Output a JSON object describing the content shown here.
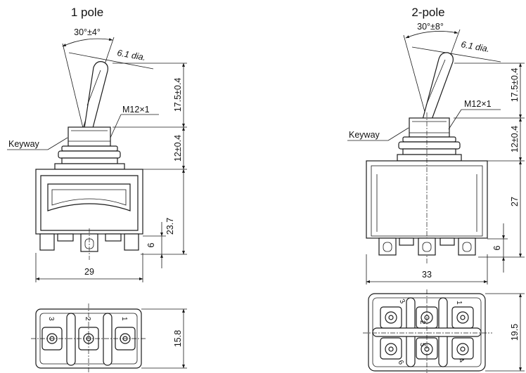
{
  "one_pole": {
    "title": "1 pole",
    "angle": "30°±4°",
    "lever_dia": "6.1 dia.",
    "thread": "M12×1",
    "keyway": "Keyway",
    "lever_height": "17.5±0.4",
    "bushing_height": "12±0.4",
    "body_height": "23.7",
    "terminal_height": "6",
    "width": "29",
    "depth": "15.8",
    "terminals": [
      "3",
      "2",
      "1"
    ]
  },
  "two_pole": {
    "title": "2-pole",
    "angle": "30°±8°",
    "lever_dia": "6.1 dia.",
    "thread": "M12×1",
    "keyway": "Keyway",
    "lever_height": "17.5±0.4",
    "bushing_height": "12±0.4",
    "body_height": "27",
    "terminal_height": "6",
    "width": "33",
    "depth": "19.5",
    "terminals": [
      "3",
      "2",
      "1",
      "6",
      "5",
      "4"
    ]
  }
}
